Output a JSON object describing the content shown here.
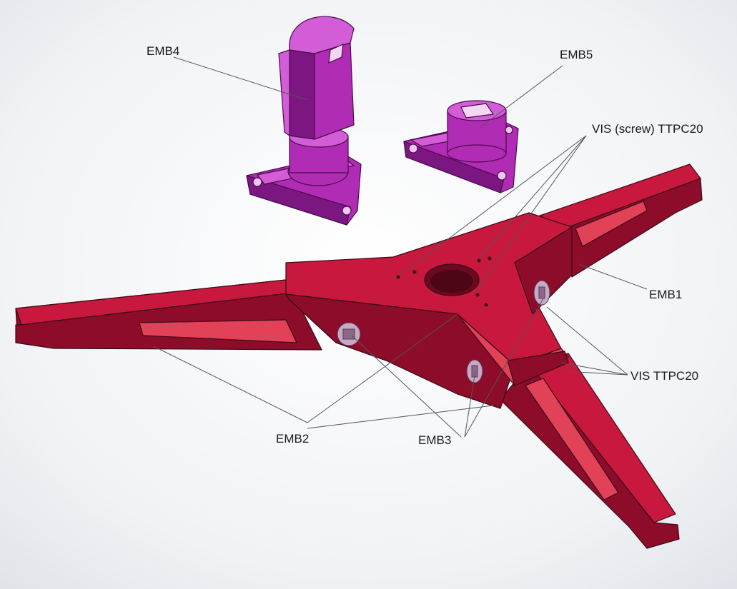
{
  "labels": {
    "emb4": "EMB4",
    "emb5": "EMB5",
    "vis_screw": "VIS (screw) TTPC20",
    "emb1": "EMB1",
    "vis": "VIS TTPC20",
    "emb2": "EMB2",
    "emb3": "EMB3"
  },
  "colors": {
    "base_part": "#c8183e",
    "base_dark": "#8c0c2a",
    "base_light": "#e24258",
    "accent_part": "#b02cb4",
    "accent_light": "#d35dd6",
    "accent_dark": "#7c1680",
    "leader_line": "#555555",
    "screw_head": "#c9a8c6"
  }
}
